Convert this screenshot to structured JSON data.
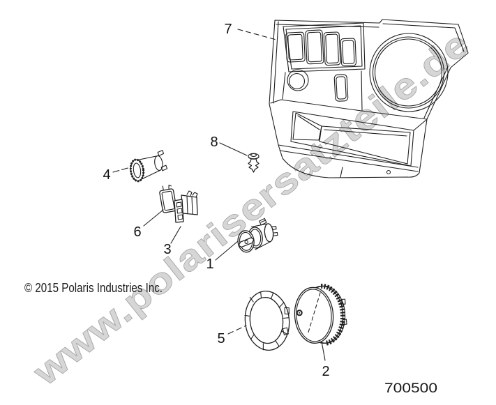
{
  "colors": {
    "background": "#ffffff",
    "line": "#1f1f1f",
    "label_text": "#111111",
    "watermark_fill": "#d6d6d6",
    "watermark_outline": "#a6a6a6"
  },
  "watermark": {
    "text": "www.polarisersatzteile.de"
  },
  "footer": {
    "copyright": "© 2015 Polaris Industries Inc.",
    "sheet_number": "700500"
  },
  "diagram": {
    "callouts": [
      {
        "label": "1"
      },
      {
        "label": "2"
      },
      {
        "label": "3"
      },
      {
        "label": "4"
      },
      {
        "label": "5"
      },
      {
        "label": "6"
      },
      {
        "label": "7"
      },
      {
        "label": "8"
      }
    ]
  }
}
